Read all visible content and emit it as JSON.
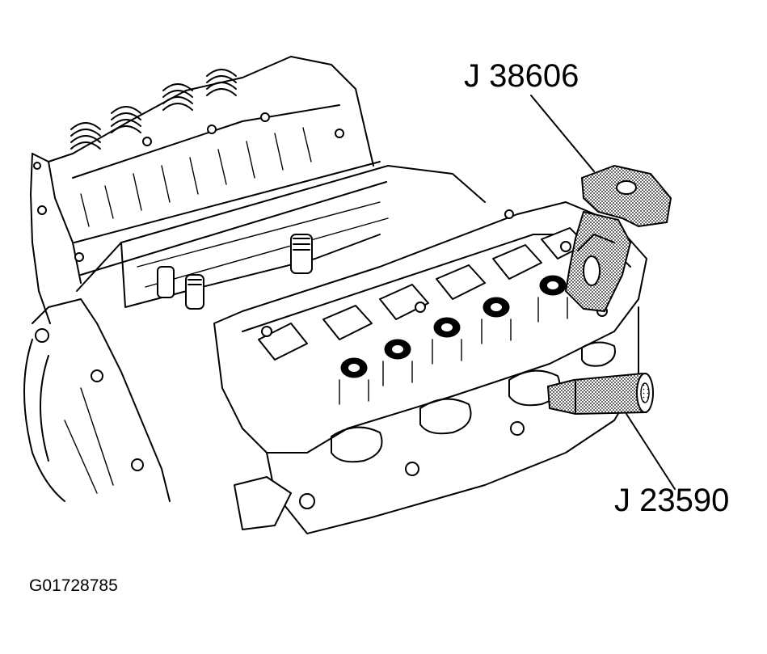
{
  "labels": {
    "tool_top": "J 38606",
    "tool_bottom": "J 23590",
    "figure_id": "G01728785"
  },
  "colors": {
    "ink": "#000000",
    "paper": "#ffffff",
    "stipple": "#7a7a7a"
  }
}
